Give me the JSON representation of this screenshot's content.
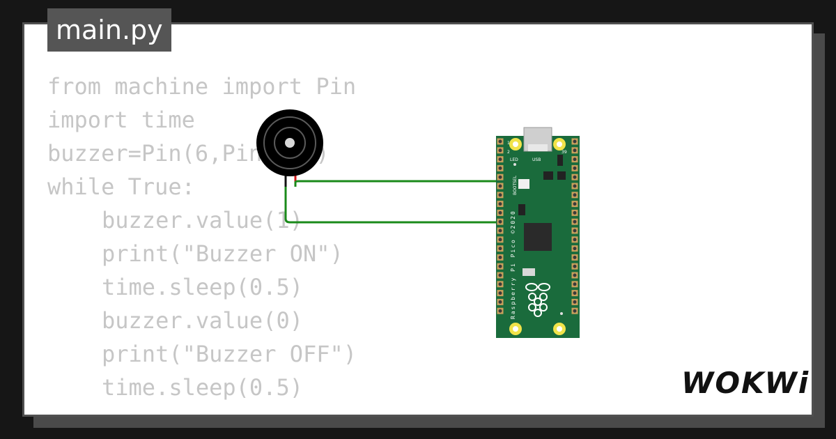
{
  "editor": {
    "tab_title": "main.py",
    "code_lines": [
      "from machine import Pin",
      "import time",
      "buzzer=Pin(6,Pin.OUT)",
      "while True:",
      "buzzer.value(1)",
      "print(\"Buzzer ON\")",
      "time.sleep(0.5)",
      "buzzer.value(0)",
      "print(\"Buzzer OFF\")",
      "time.sleep(0.5)"
    ]
  },
  "board": {
    "silkscreen_text": "Raspberry Pi Pico ©2020",
    "usb_label": "USB",
    "led_label": "LED",
    "bootsel_label": "BOOTSEL",
    "pin_1_label": "1",
    "pin_2_label": "2",
    "pin_39_label": "39"
  },
  "brand": {
    "logo_text": "WOKWi"
  },
  "colors": {
    "wire": "#1a8a1a",
    "board": "#1a6b3c",
    "background": "#161616"
  }
}
